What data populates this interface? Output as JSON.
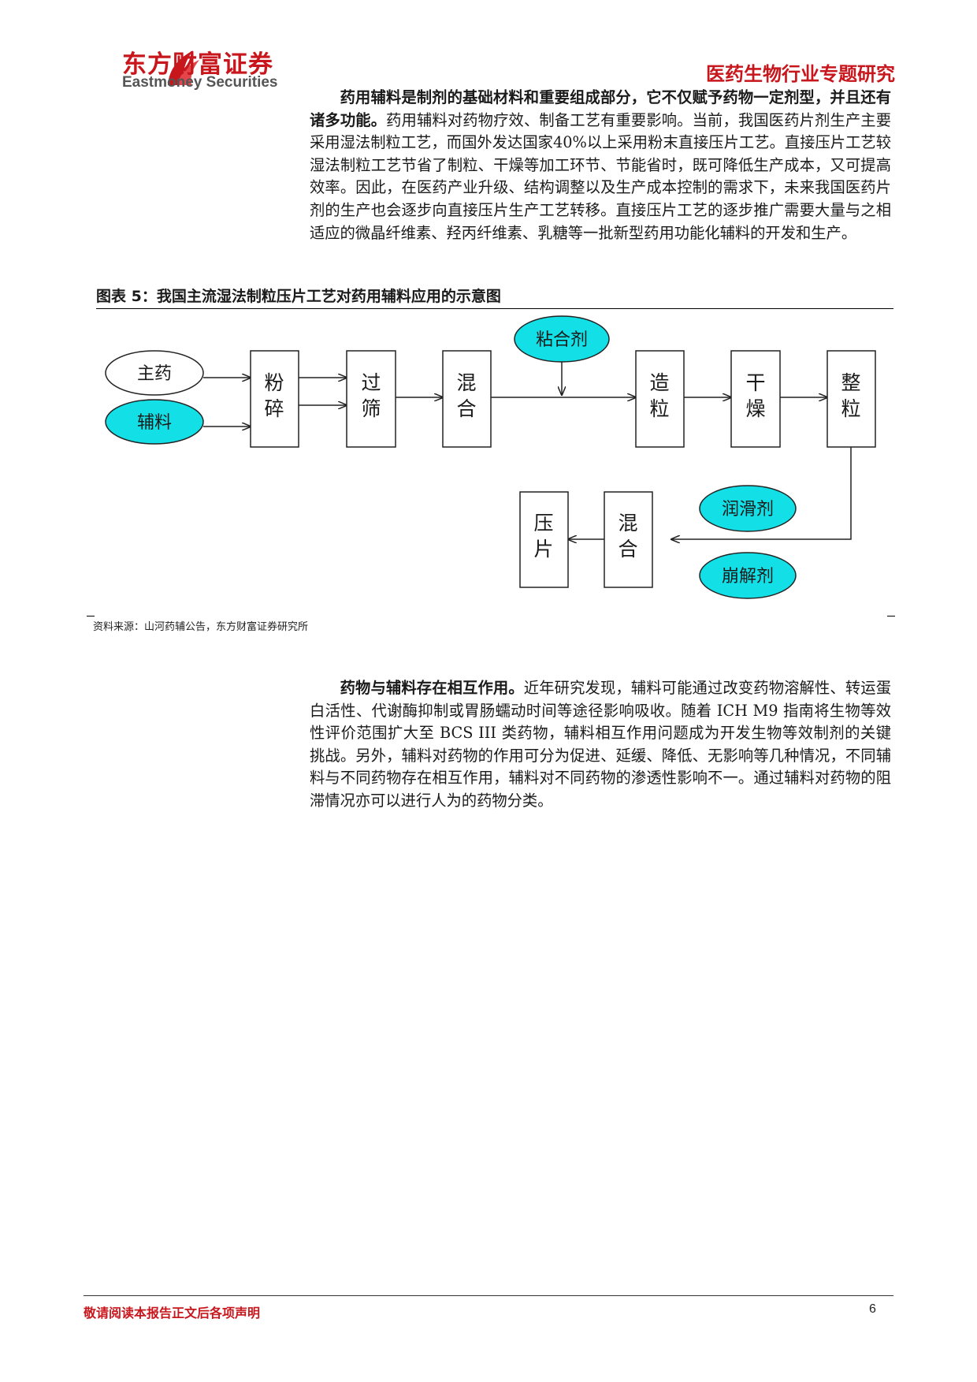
{
  "header": {
    "logo_cn": "东方财富证券",
    "logo_en": "Eastmoney Securities",
    "report_type": "医药生物行业专题研究",
    "brand_color": "#c8161d"
  },
  "para1": {
    "lead": "药用辅料是制剂的基础材料和重要组成部分，它不仅赋予药物一定剂型，并且还有诸多功能。",
    "body": "药用辅料对药物疗效、制备工艺有重要影响。当前，我国医药片剂生产主要采用湿法制粒工艺，而国外发达国家40%以上采用粉末直接压片工艺。直接压片工艺较湿法制粒工艺节省了制粒、干燥等加工环节、节能省时，既可降低生产成本，又可提高效率。因此，在医药产业升级、结构调整以及生产成本控制的需求下，未来我国医药片剂的生产也会逐步向直接压片生产工艺转移。直接压片工艺的逐步推广需要大量与之相适应的微晶纤维素、羟丙纤维素、乳糖等一批新型药用功能化辅料的开发和生产。"
  },
  "figure": {
    "caption": "图表 5：我国主流湿法制粒压片工艺对药用辅料应用的示意图",
    "source": "资料来源：山河药辅公告，东方财富证券研究所",
    "inputs": {
      "main_drug": "主药",
      "excipient": "辅料"
    },
    "additives": {
      "binder": "粘合剂",
      "lubricant": "润滑剂",
      "disintegrant": "崩解剂"
    },
    "steps": {
      "crush": [
        "粉",
        "碎"
      ],
      "sieve": [
        "过",
        "筛"
      ],
      "mix1": [
        "混",
        "合"
      ],
      "granulate": [
        "造",
        "粒"
      ],
      "dry": [
        "干",
        "燥"
      ],
      "size": [
        "整",
        "粒"
      ],
      "mix2": [
        "混",
        "合"
      ],
      "press": [
        "压",
        "片"
      ]
    },
    "highlight_color": "#12e0e6"
  },
  "para2": {
    "lead": "药物与辅料存在相互作用。",
    "body": "近年研究发现，辅料可能通过改变药物溶解性、转运蛋白活性、代谢酶抑制或胃肠蠕动时间等途径影响吸收。随着 ICH M9 指南将生物等效性评价范围扩大至 BCS III 类药物，辅料相互作用问题成为开发生物等效制剂的关键挑战。另外，辅料对药物的作用可分为促进、延缓、降低、无影响等几种情况，不同辅料与不同药物存在相互作用，辅料对不同药物的渗透性影响不一。通过辅料对药物的阻滞情况亦可以进行人为的药物分类。"
  },
  "footer": {
    "disclaimer": "敬请阅读本报告正文后各项声明",
    "page_number": "6"
  }
}
